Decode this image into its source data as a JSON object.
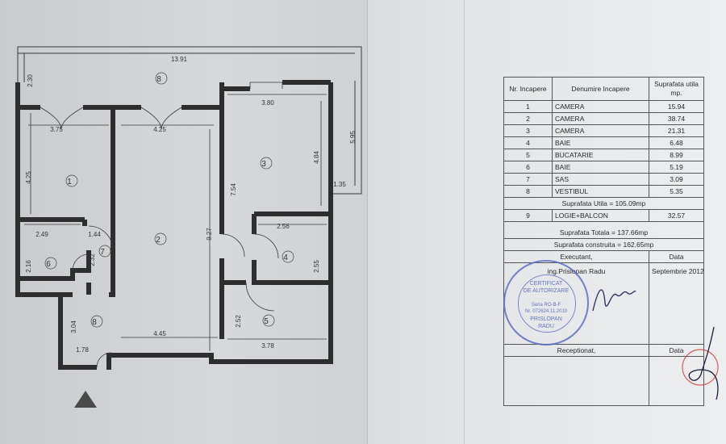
{
  "plan": {
    "dims": {
      "total_width": "13.91",
      "top_offset": "2.30",
      "right_height": "5.95",
      "right_offset": "1.35",
      "room1_width": "3.75",
      "room2_width": "4.25",
      "room3_width": "3.80",
      "room1_height": "4.25",
      "room3_height": "4.84",
      "room2_side": "7.54",
      "room2_height": "9.27",
      "bath6_width": "2.49",
      "bath6_height": "2.16",
      "sas_width": "1.44",
      "sas_height": "2.32",
      "bath4_width": "2.56",
      "bath4_height": "2.55",
      "kitchen_height": "2.52",
      "kitchen_width": "3.78",
      "hall_width": "4.45",
      "hall_height": "3.04",
      "entry_width": "1.78"
    },
    "rooms": [
      "1",
      "2",
      "3",
      "4",
      "5",
      "6",
      "7",
      "8",
      "8"
    ]
  },
  "table": {
    "headers": {
      "nr": "Nr. Incapere",
      "name": "Denumire Incapere",
      "area": "Suprafata utila mp."
    },
    "rows": [
      {
        "nr": "1",
        "name": "CAMERA",
        "area": "15.94"
      },
      {
        "nr": "2",
        "name": "CAMERA",
        "area": "38.74"
      },
      {
        "nr": "3",
        "name": "CAMERA",
        "area": "21.31"
      },
      {
        "nr": "4",
        "name": "BAIE",
        "area": "6.48"
      },
      {
        "nr": "5",
        "name": "BUCATARIE",
        "area": "8.99"
      },
      {
        "nr": "6",
        "name": "BAIE",
        "area": "5.19"
      },
      {
        "nr": "7",
        "name": "SAS",
        "area": "3.09"
      },
      {
        "nr": "8",
        "name": "VESTIBUL",
        "area": "5.35"
      }
    ],
    "useful_total": "Suprafata Utila = 105.09mp",
    "balcony": {
      "nr": "9",
      "name": "LOGIE+BALCON",
      "area": "32.57"
    },
    "total": "Suprafata Totala = 137.66mp",
    "built": "Suprafata construita = 162.65mp",
    "executant_label": "Executant,",
    "date_label": "Data",
    "executant_name": "ing.Prislopan Radu",
    "executant_date": "Septembrie 2012",
    "receptionat_label": "Receptionat,",
    "date_label_2": "Data"
  },
  "stamp": {
    "line1": "CERTIFICAT",
    "line2": "DE AUTORIZARE",
    "line3": "Seria RO-B-F",
    "line4": "Nr. 072624.11.2010",
    "line5": "PRISLOPAN",
    "line6": "RADU"
  },
  "colors": {
    "ink": "#2e2e2e",
    "stamp_blue": "#5f6cc4",
    "stamp_red": "#d43b3b"
  }
}
